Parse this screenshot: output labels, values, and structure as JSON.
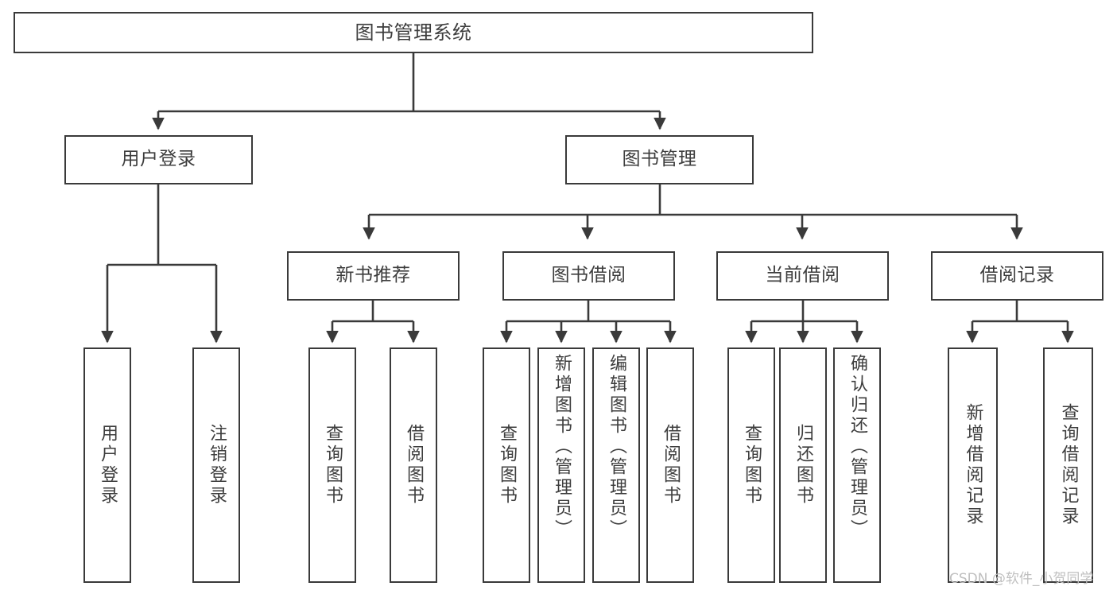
{
  "diagram": {
    "title": "图书管理系统",
    "type": "tree-hierarchy-chart",
    "colors": {
      "box_border": "#3a3a3a",
      "box_fill": "#ffffff",
      "text": "#3d3d3d",
      "edge": "#3a3a3a",
      "background": "#ffffff",
      "watermark": "#bfbfbf"
    }
  },
  "nodes": {
    "root": {
      "label": "图书管理系统"
    },
    "level2": [
      {
        "label": "用户登录"
      },
      {
        "label": "图书管理"
      }
    ],
    "level3": [
      {
        "label": "新书推荐"
      },
      {
        "label": "图书借阅"
      },
      {
        "label": "当前借阅"
      },
      {
        "label": "借阅记录"
      }
    ],
    "leaves": {
      "user_login": [
        {
          "label": "用户登录"
        },
        {
          "label": "注销登录"
        }
      ],
      "new_book_recommend": [
        {
          "label": "查询图书"
        },
        {
          "label": "借阅图书"
        }
      ],
      "book_borrow": [
        {
          "label": "查询图书"
        },
        {
          "label": "新增图书（管理员）"
        },
        {
          "label": "编辑图书（管理员）"
        },
        {
          "label": "借阅图书"
        }
      ],
      "current_borrow": [
        {
          "label": "查询图书"
        },
        {
          "label": "归还图书"
        },
        {
          "label": "确认归还（管理员）"
        }
      ],
      "borrow_record": [
        {
          "label": "新增借阅记录"
        },
        {
          "label": "查询借阅记录"
        }
      ]
    }
  },
  "watermark": {
    "text": "CSDN @软件_小贺同学"
  }
}
